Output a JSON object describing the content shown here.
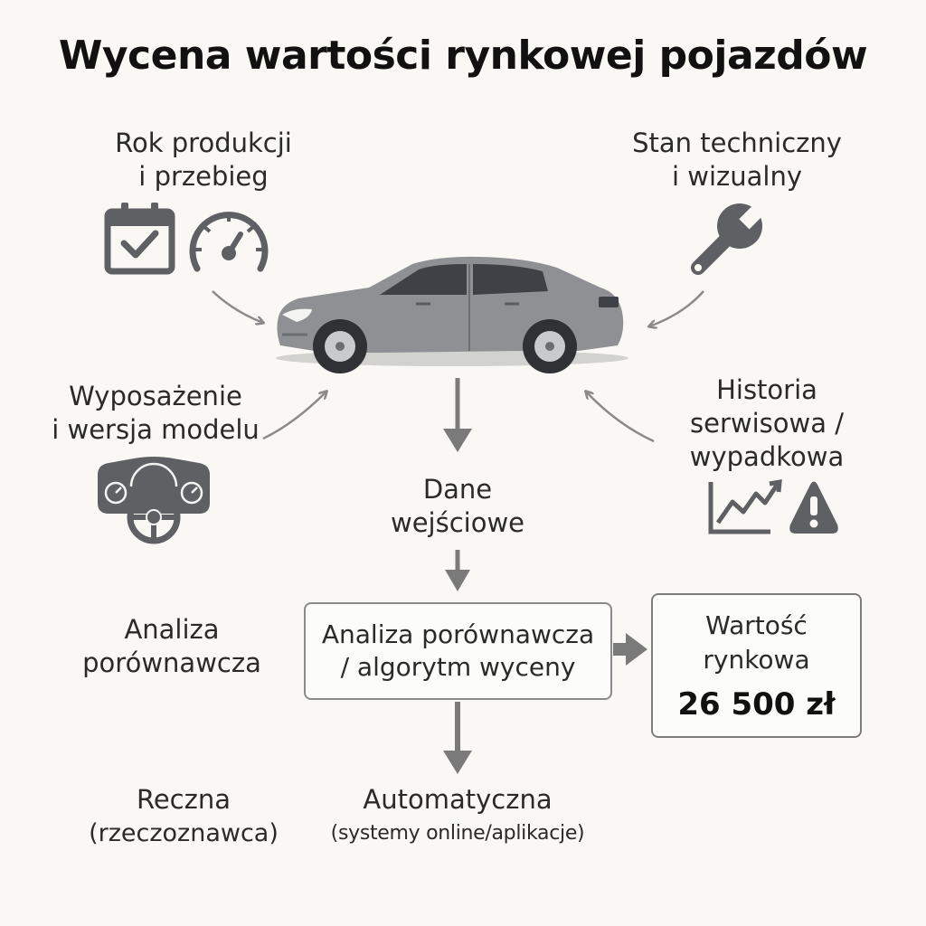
{
  "title": "Wycena wartości rynkowej pojazdów",
  "factors": {
    "year_mileage": [
      "Rok produkcji",
      "i przebieg"
    ],
    "condition": [
      "Stan techniczny",
      "i wizualny"
    ],
    "equipment": [
      "Wyposażenie",
      "i wersja modelu"
    ],
    "history": [
      "Historia",
      "serwisowa /",
      "wypadkowa"
    ]
  },
  "input_data": [
    "Dane",
    "wejściowe"
  ],
  "analysis_label": [
    "Analiza",
    "porównawcza"
  ],
  "analysis_box": [
    "Analiza porównawcza",
    "/ algorytm wyceny"
  ],
  "market_value": {
    "label": [
      "Wartość",
      "rynkowa"
    ],
    "amount": "26 500 zł"
  },
  "methods": {
    "manual": [
      "Reczna",
      "(rzeczoznawca)"
    ],
    "automatic": [
      "Automatyczna",
      "(systemy online/aplikacje)"
    ]
  },
  "icons": [
    "calendar-check-icon",
    "speedometer-icon",
    "wrench-icon",
    "dashboard-icon",
    "chart-icon",
    "warning-icon",
    "car-icon"
  ],
  "colors": {
    "background": "#f9f8f4",
    "icon_gray": "#5e6064",
    "car_body": "#8e9094",
    "arrow_gray": "#7a7a7a",
    "box_border": "#8a8a8a"
  }
}
